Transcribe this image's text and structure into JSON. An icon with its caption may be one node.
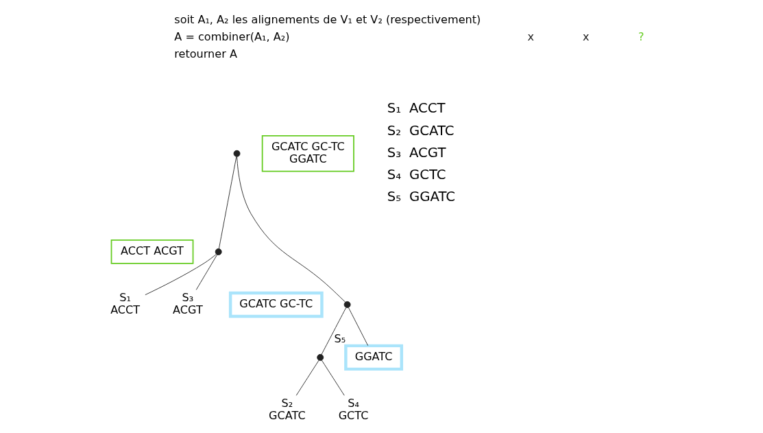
{
  "diagram": {
    "nodes": [
      {
        "text": [],
        "shape": "circle"
      },
      {
        "text": [],
        "shape": "circle"
      },
      {
        "text": [],
        "shape": "circle"
      },
      {
        "text": [],
        "shape": "circle"
      },
      {
        "text": [
          "S₁",
          "ACCT"
        ]
      },
      {
        "text": [
          "S₃",
          "ACGT"
        ]
      },
      {
        "text": [
          "S₂",
          "GCATC"
        ]
      },
      {
        "text": [
          "S₄",
          "GCTC"
        ]
      },
      {
        "text": [
          "GGATC"
        ],
        "beside": [
          "S₅"
        ]
      },
      {
        "text": [
          "ACCT ACGT"
        ]
      },
      {
        "text": [
          "GCATC GC-TC"
        ]
      },
      {
        "text": [
          "GCATC GC-TC",
          "GGATC"
        ]
      }
    ],
    "edges": [
      {
        "from": 0,
        "to": 1,
        "arrow": "none"
      },
      {
        "from": 0,
        "to": 2,
        "arrow": "none"
      },
      {
        "from": 1,
        "to": 4,
        "arrow": "none"
      },
      {
        "from": 1,
        "to": 5,
        "arrow": "none"
      },
      {
        "from": 2,
        "to": 3,
        "arrow": "none"
      },
      {
        "from": 2,
        "to": 8,
        "arrow": "none"
      },
      {
        "from": 3,
        "to": 6,
        "arrow": "none"
      },
      {
        "from": 3,
        "to": 7,
        "arrow": "none"
      }
    ],
    "labels": [
      "soit A₁, A₂ les alignements de V₁ et V₂ (respectivement)",
      "A = combiner(A₁, A₂)",
      "retourner A",
      "x",
      "x",
      "?",
      "S₁",
      "ACCT",
      "S₂",
      "GCATC",
      "S₃",
      "ACGT",
      "S₄",
      "GCTC",
      "S₅",
      "GGATC"
    ]
  }
}
